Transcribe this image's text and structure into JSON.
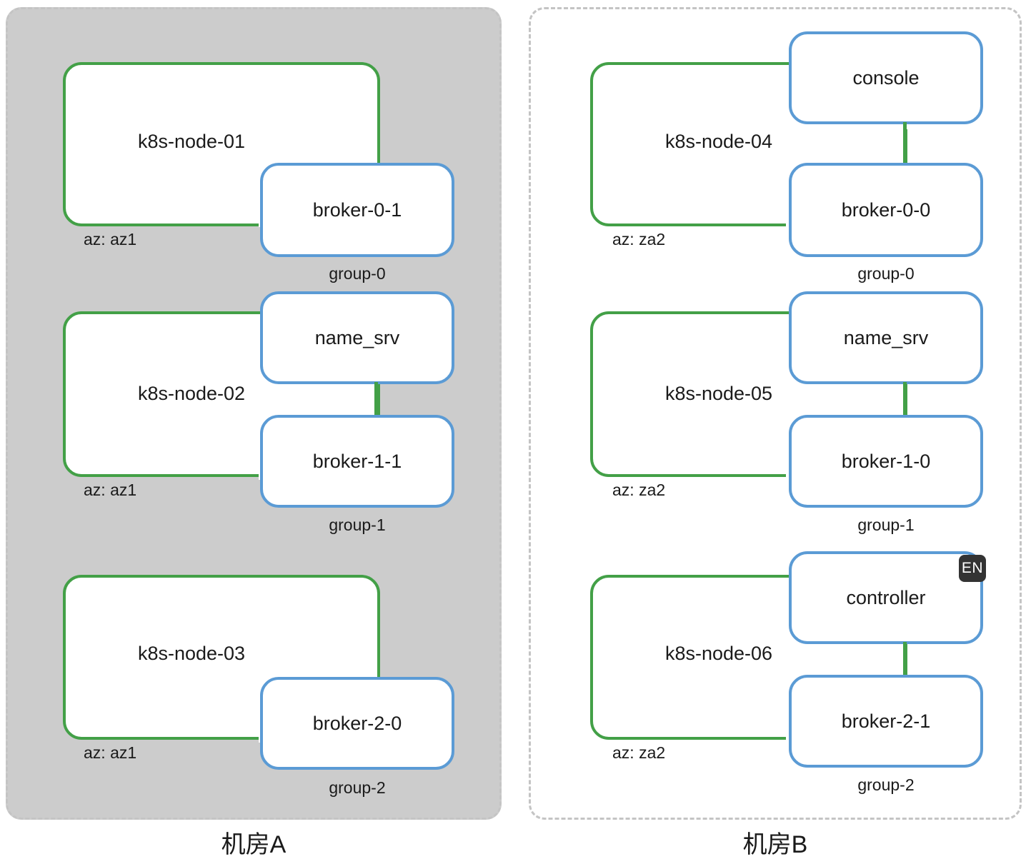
{
  "diagram": {
    "title_hidden": "",
    "colors": {
      "node_border": "#43a047",
      "pod_border": "#5b9bd5",
      "zone_a_fill": "#cccccc",
      "zone_border": "#c4c4c4",
      "ime_badge_bg": "#333333"
    }
  },
  "zones": [
    {
      "id": "zone-a",
      "caption": "机房A"
    },
    {
      "id": "zone-b",
      "caption": "机房B"
    }
  ],
  "nodes": [
    {
      "id": "k8s-node-01",
      "zone": "机房A",
      "name": "k8s-node-01",
      "az": "az: az1",
      "group": "group-0",
      "pods": [
        "broker-0-1"
      ]
    },
    {
      "id": "k8s-node-02",
      "zone": "机房A",
      "name": "k8s-node-02",
      "az": "az: az1",
      "group": "group-1",
      "pods": [
        "name_srv",
        "broker-1-1"
      ]
    },
    {
      "id": "k8s-node-03",
      "zone": "机房A",
      "name": "k8s-node-03",
      "az": "az: az1",
      "group": "group-2",
      "pods": [
        "broker-2-0"
      ]
    },
    {
      "id": "k8s-node-04",
      "zone": "机房B",
      "name": "k8s-node-04",
      "az": "az: za2",
      "group": "group-0",
      "pods": [
        "console",
        "broker-0-0"
      ]
    },
    {
      "id": "k8s-node-05",
      "zone": "机房B",
      "name": "k8s-node-05",
      "az": "az: za2",
      "group": "group-1",
      "pods": [
        "name_srv",
        "broker-1-0"
      ]
    },
    {
      "id": "k8s-node-06",
      "zone": "机房B",
      "name": "k8s-node-06",
      "az": "az: za2",
      "group": "group-2",
      "pods": [
        "controller",
        "broker-2-1"
      ]
    }
  ],
  "overlay": {
    "ime_badge": "EN"
  }
}
